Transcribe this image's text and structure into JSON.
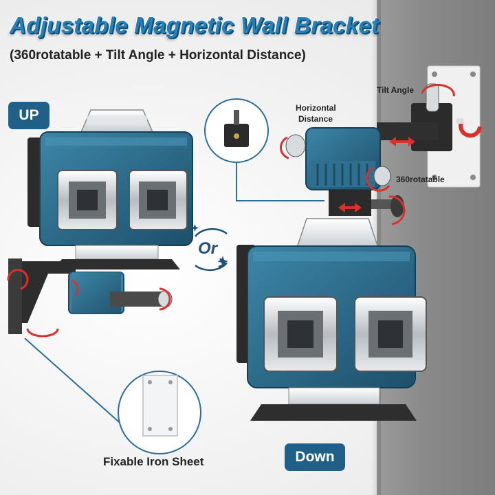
{
  "title": "Adjustable Magnetic Wall Bracket",
  "subtitle": "(360rotatable + Tilt Angle + Horizontal Distance)",
  "badges": {
    "up": "UP",
    "down": "Down"
  },
  "labels": {
    "tilt_angle": "Tilt Angle",
    "horizontal_distance_line1": "Horizontal",
    "horizontal_distance_line2": "Distance",
    "rotatable": "360rotatable",
    "iron_sheet": "Fixable Iron Sheet",
    "or": "Or"
  },
  "colors": {
    "title_blue": "#2a7fb3",
    "badge_blue": "#1f5f88",
    "device_teal": "#2f6f8f",
    "arrow_red": "#d9302c"
  }
}
